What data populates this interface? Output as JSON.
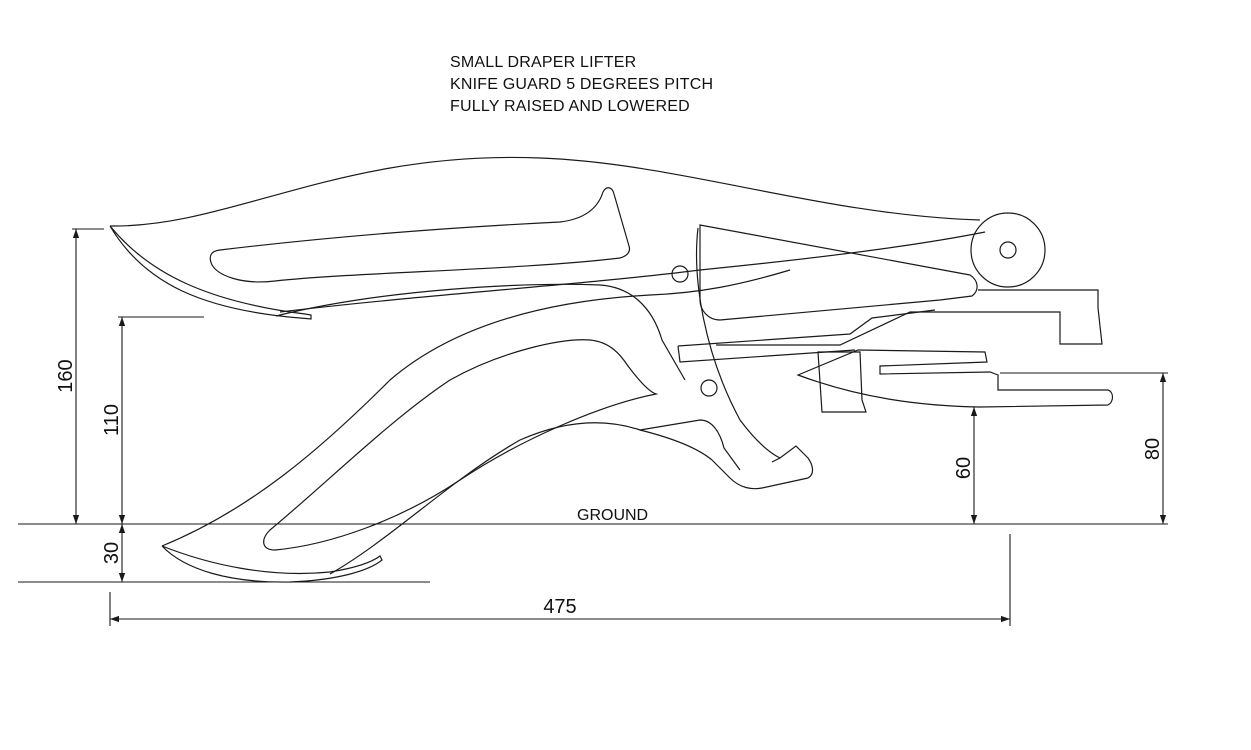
{
  "title_block": {
    "line1": "SMALL DRAPER LIFTER",
    "line2": "KNIFE GUARD 5 DEGREES PITCH",
    "line3": "FULLY RAISED AND LOWERED"
  },
  "labels": {
    "ground": "GROUND"
  },
  "dimensions": {
    "raised_tip_height": "160",
    "raised_lower_height": "110",
    "below_ground_depth": "30",
    "overall_length": "475",
    "guard_low_height": "60",
    "guard_high_height": "80"
  },
  "colors": {
    "line": "#1a1a1a",
    "background": "#ffffff"
  }
}
